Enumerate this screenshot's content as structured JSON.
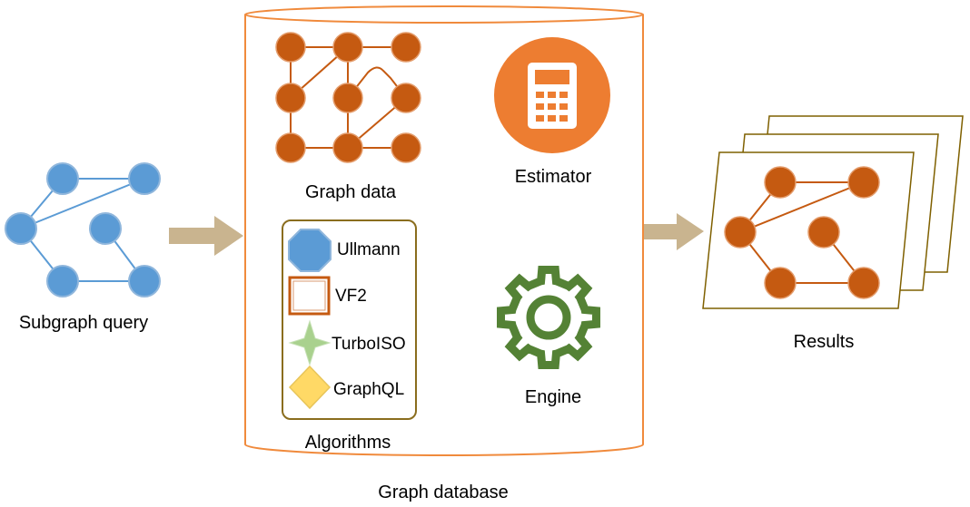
{
  "labels": {
    "subgraph_query": "Subgraph query",
    "graph_data": "Graph data",
    "estimator": "Estimator",
    "engine": "Engine",
    "algorithms": "Algorithms",
    "graph_database": "Graph database",
    "results": "Results"
  },
  "algorithms": [
    {
      "name": "Ullmann",
      "symbol": "octagon-icon"
    },
    {
      "name": "VF2",
      "symbol": "square-icon"
    },
    {
      "name": "TurboISO",
      "symbol": "star-icon"
    },
    {
      "name": "GraphQL",
      "symbol": "diamond-icon"
    }
  ],
  "colors": {
    "cylinder_stroke": "#F08A3C",
    "orange_node": "#C55A11",
    "orange_edge": "#C55A11",
    "blue_node": "#5B9BD5",
    "blue_stroke": "#8FB6DC",
    "estimator_fill": "#ED7D31",
    "engine_green": "#548235",
    "arrow_fill": "#C9B48F",
    "algo_box_stroke": "#8A6D1E",
    "result_frame_stroke": "#7F6000",
    "star_fill": "#A9D18E",
    "diamond_fill": "#FFD966"
  }
}
